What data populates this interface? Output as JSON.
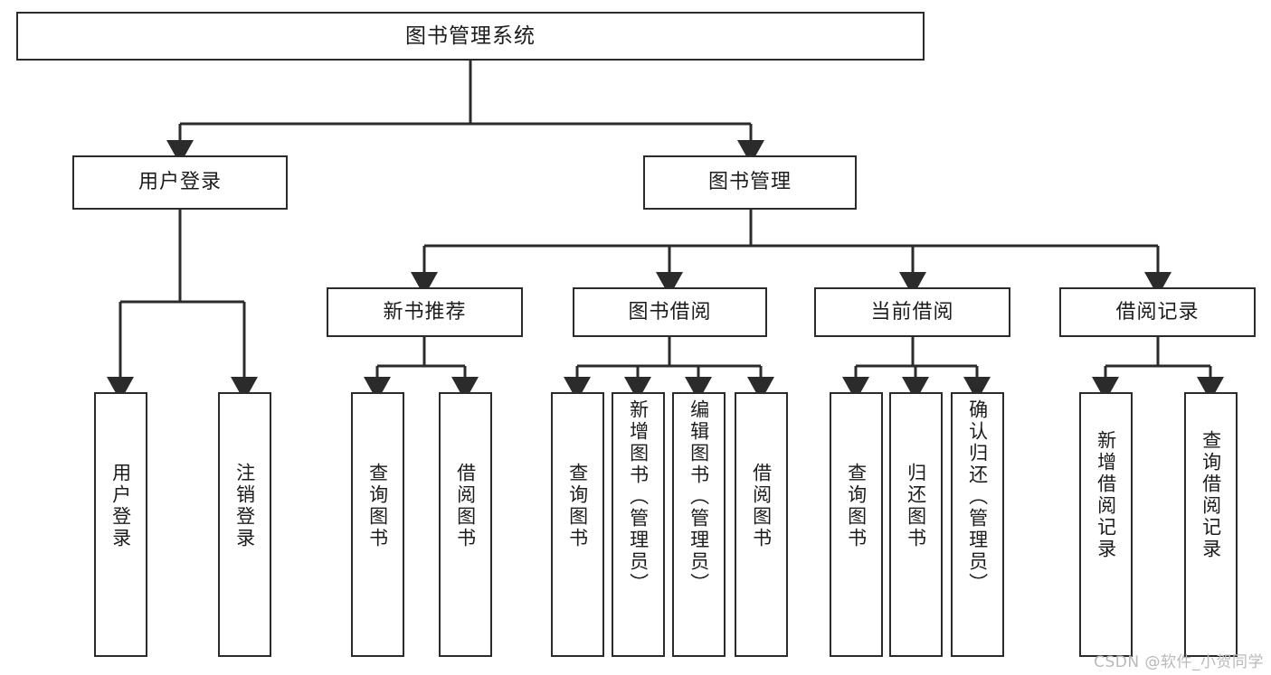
{
  "diagram": {
    "title": "图书管理系统",
    "type": "tree-structure-chart",
    "watermark": "CSDN @软件_小贺同学",
    "colors": {
      "stroke": "#2b2b2b",
      "fill": "#ffffff",
      "text": "#1c1c1c",
      "watermark": "#b9b9b9"
    },
    "root": {
      "label": "图书管理系统"
    },
    "level1": [
      {
        "label": "用户登录"
      },
      {
        "label": "图书管理"
      }
    ],
    "level2": [
      {
        "label": "新书推荐"
      },
      {
        "label": "图书借阅"
      },
      {
        "label": "当前借阅"
      },
      {
        "label": "借阅记录"
      }
    ],
    "leaves": {
      "user_login": [
        {
          "label": "用户登录"
        },
        {
          "label": "注销登录"
        }
      ],
      "new_book_recommend": [
        {
          "label": "查询图书"
        },
        {
          "label": "借阅图书"
        }
      ],
      "book_borrow": [
        {
          "label": "查询图书"
        },
        {
          "label": "新增图书（管理员）"
        },
        {
          "label": "编辑图书（管理员）"
        },
        {
          "label": "借阅图书"
        }
      ],
      "current_borrow": [
        {
          "label": "查询图书"
        },
        {
          "label": "归还图书"
        },
        {
          "label": "确认归还（管理员）"
        }
      ],
      "borrow_record": [
        {
          "label": "新增借阅记录"
        },
        {
          "label": "查询借阅记录"
        }
      ]
    }
  }
}
